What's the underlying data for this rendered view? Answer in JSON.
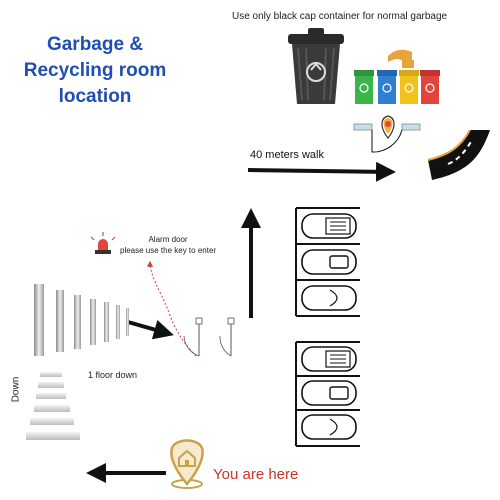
{
  "title": {
    "line1": "Garbage &",
    "line2": "Recycling room",
    "line3": "location"
  },
  "note": "Use only black cap container for normal garbage",
  "walk_label": "40 meters walk",
  "alarm": {
    "line1": "Alarm door",
    "line2": "please use the key to enter"
  },
  "floor_label": "1 floor down",
  "down_label": "Down",
  "here_label": "You are here",
  "icons": {
    "trash_bin": "trash-bin-icon",
    "recycle_bins": "recycle-bins-icon",
    "map_pin": "map-pin-icon",
    "road": "road-icon",
    "siren": "siren-icon",
    "home_pin": "home-pin-icon"
  },
  "colors": {
    "title": "#1f4fb4",
    "you_are_here": "#c9342c",
    "bin_green": "#3bb54a",
    "bin_blue": "#2f7fd3",
    "bin_yellow": "#f2c21b",
    "bin_red": "#e2453c",
    "pin_gold": "#c9a14a"
  }
}
